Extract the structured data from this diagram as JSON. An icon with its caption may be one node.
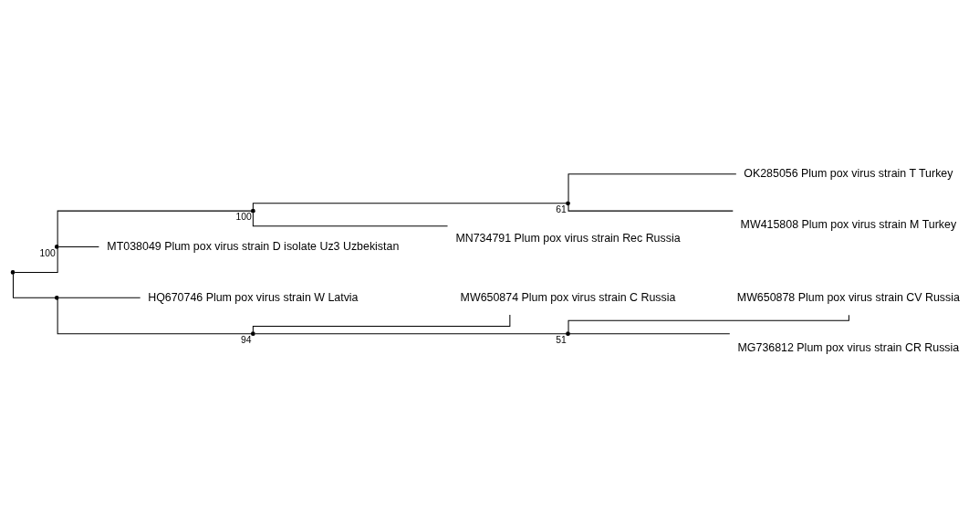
{
  "diagram": {
    "nodes": [
      {
        "text": [],
        "shape": "point"
      },
      {
        "text": [],
        "shape": "point",
        "beside": [
          "100"
        ]
      },
      {
        "text": [],
        "shape": "point",
        "beside": [
          "100"
        ]
      },
      {
        "text": [],
        "shape": "point",
        "beside": [
          "61"
        ]
      },
      {
        "text": [
          "OK285056 Plum pox virus strain T Turkey"
        ]
      },
      {
        "text": [
          "MW415808 Plum pox virus strain M Turkey"
        ]
      },
      {
        "text": [
          "MN734791 Plum pox virus strain Rec Russia"
        ]
      },
      {
        "text": [
          "MT038049 Plum pox virus strain D isolate Uz3 Uzbekistan"
        ]
      },
      {
        "text": [],
        "shape": "point"
      },
      {
        "text": [
          "HQ670746 Plum pox virus strain W Latvia"
        ]
      },
      {
        "text": [],
        "shape": "point",
        "beside": [
          "94"
        ]
      },
      {
        "text": [
          "MW650874 Plum pox virus strain C Russia"
        ]
      },
      {
        "text": [],
        "shape": "point",
        "beside": [
          "51"
        ]
      },
      {
        "text": [
          "MW650878 Plum pox virus strain CV Russia"
        ]
      },
      {
        "text": [
          "MG736812 Plum pox virus strain CR Russia"
        ]
      }
    ],
    "edges": [
      {
        "from": 0,
        "to": 1,
        "arrow": "none"
      },
      {
        "from": 1,
        "to": 2,
        "arrow": "none"
      },
      {
        "from": 2,
        "to": 3,
        "arrow": "none"
      },
      {
        "from": 3,
        "to": 4,
        "arrow": "none"
      },
      {
        "from": 3,
        "to": 5,
        "arrow": "none"
      },
      {
        "from": 2,
        "to": 6,
        "arrow": "none"
      },
      {
        "from": 1,
        "to": 7,
        "arrow": "none"
      },
      {
        "from": 0,
        "to": 8,
        "arrow": "none"
      },
      {
        "from": 8,
        "to": 9,
        "arrow": "none"
      },
      {
        "from": 8,
        "to": 10,
        "arrow": "none"
      },
      {
        "from": 10,
        "to": 11,
        "arrow": "none"
      },
      {
        "from": 10,
        "to": 12,
        "arrow": "none"
      },
      {
        "from": 12,
        "to": 13,
        "arrow": "none"
      },
      {
        "from": 12,
        "to": 14,
        "arrow": "none"
      }
    ]
  }
}
